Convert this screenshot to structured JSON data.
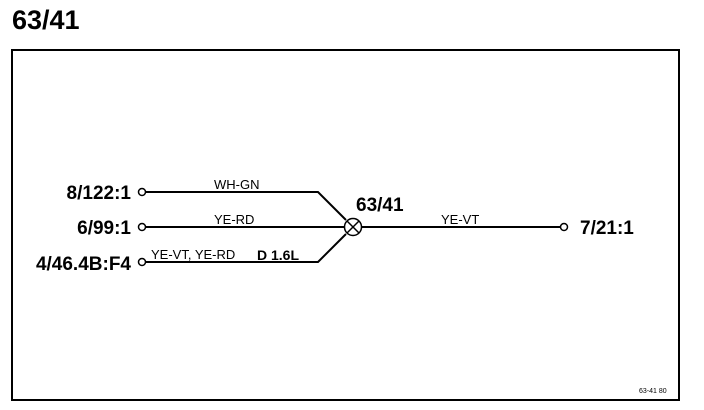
{
  "page": {
    "title": "63/41"
  },
  "diagram": {
    "splice": {
      "label": "63/41"
    },
    "left_connectors": [
      {
        "label": "8/122:1"
      },
      {
        "label": "6/99:1"
      },
      {
        "label": "4/46.4B:F4"
      }
    ],
    "right_connector": {
      "label": "7/21:1"
    },
    "wires": [
      {
        "color": "WH-GN"
      },
      {
        "color": "YE-RD"
      },
      {
        "color": "YE-VT, YE-RD",
        "note": "D 1.6L"
      },
      {
        "color": "YE-VT"
      }
    ],
    "reference_code": "63-41 80"
  }
}
